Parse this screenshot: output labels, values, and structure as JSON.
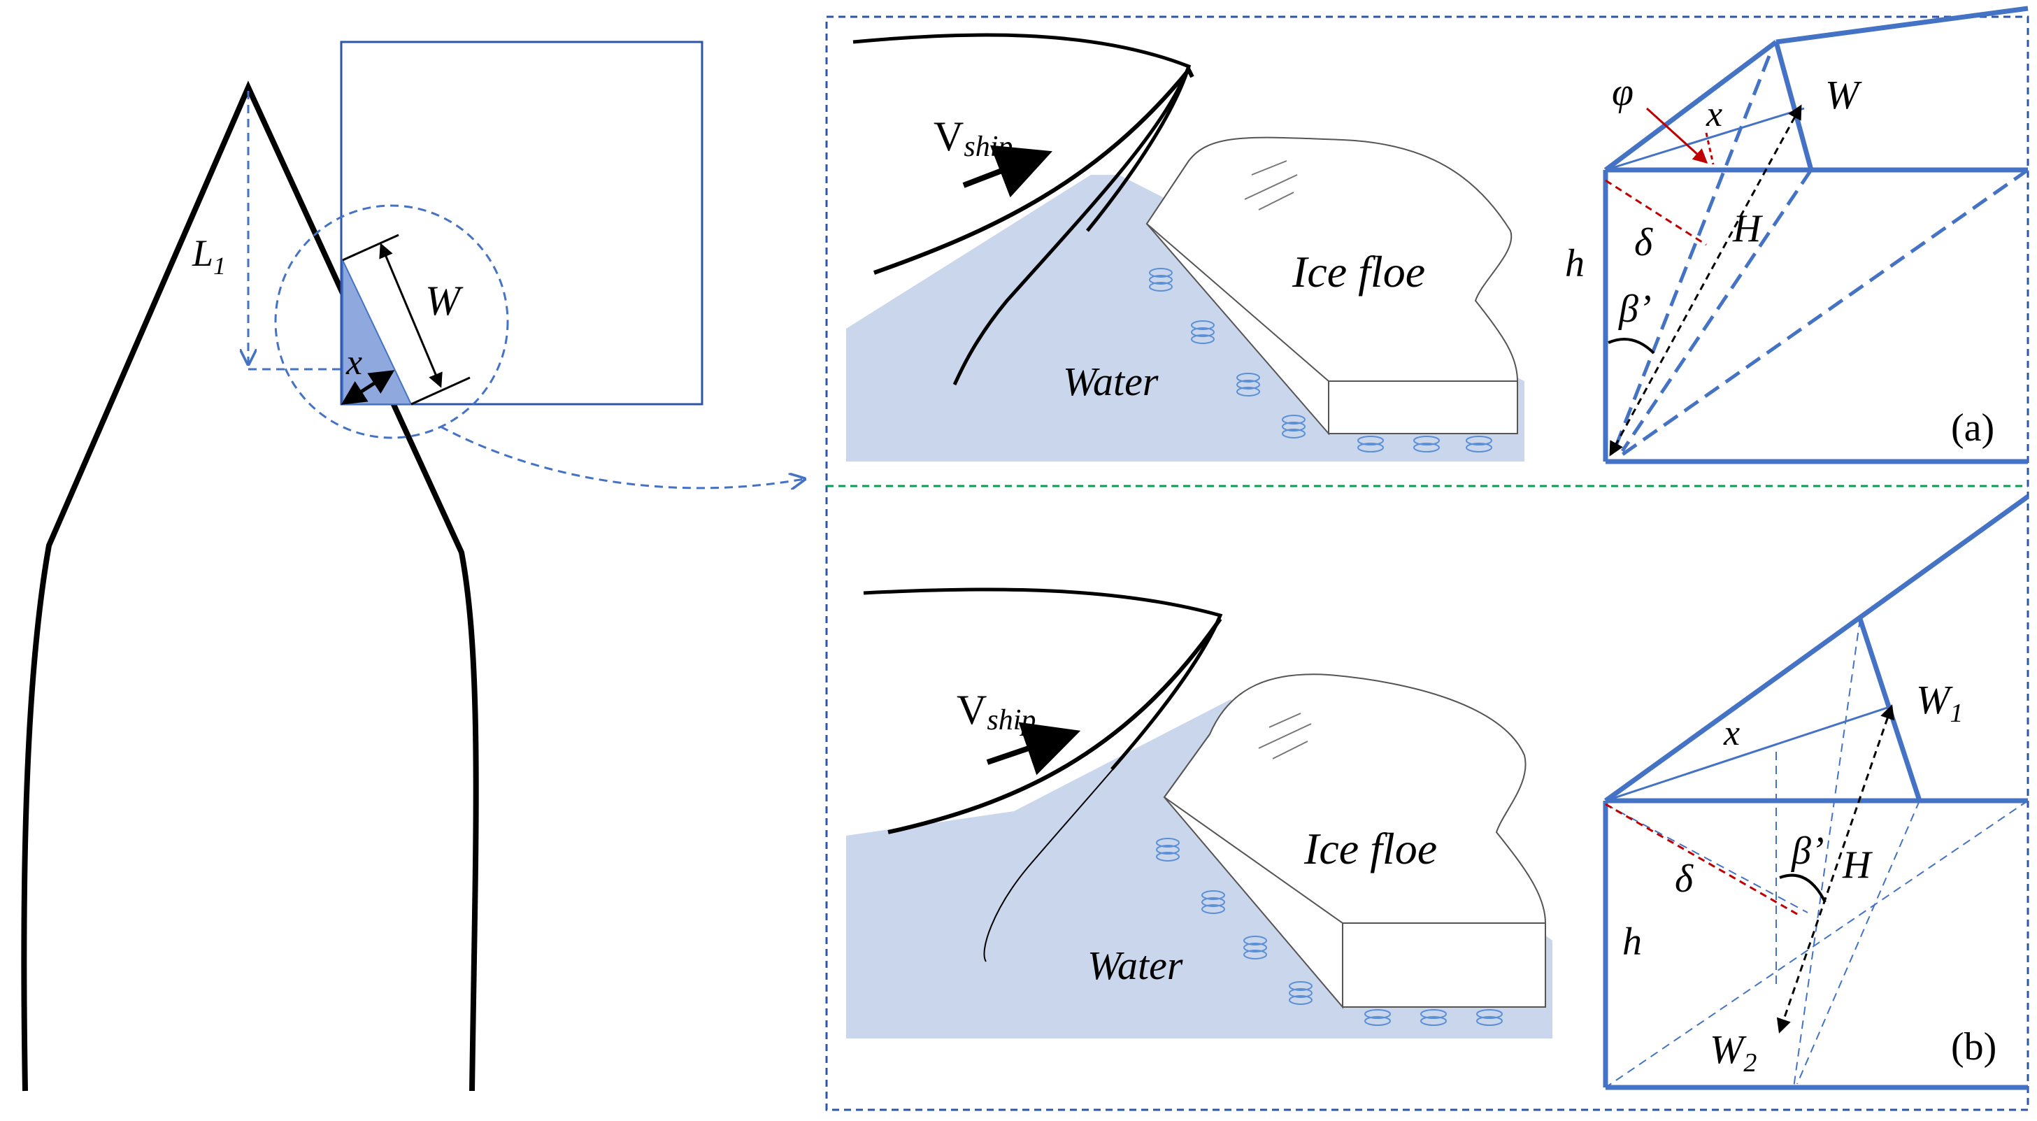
{
  "labels": {
    "L1_main": "L",
    "L1_sub": "1",
    "W_left": "W",
    "x_left": "x",
    "V_main_a": "V",
    "V_sub_a": "ship",
    "ice_floe_a": "Ice floe",
    "water_a": "Water",
    "phi": "φ",
    "x_a": "x",
    "W_a": "W",
    "delta_a": "δ",
    "H_a": "H",
    "h_a": "h",
    "beta_a": "β’",
    "panel_a": "(a)",
    "V_main_b": "V",
    "V_sub_b": "ship",
    "ice_floe_b": "Ice floe",
    "water_b": "Water",
    "W1_main_b": "W",
    "W1_sub_b": "1",
    "x_b": "x",
    "beta_b": "β’",
    "H_b": "H",
    "delta_b": "δ",
    "h_b": "h",
    "W2_main_b": "W",
    "W2_sub_b": "2",
    "panel_b": "(b)"
  },
  "colors": {
    "hull": "#000000",
    "blue": "#4472c4",
    "blue_light": "#6d8fd6",
    "water": "#c9d6ec",
    "contact_fill": "#8fa9de",
    "red": "#c00000",
    "green": "#00a050",
    "spring": "#5b8fd6"
  }
}
